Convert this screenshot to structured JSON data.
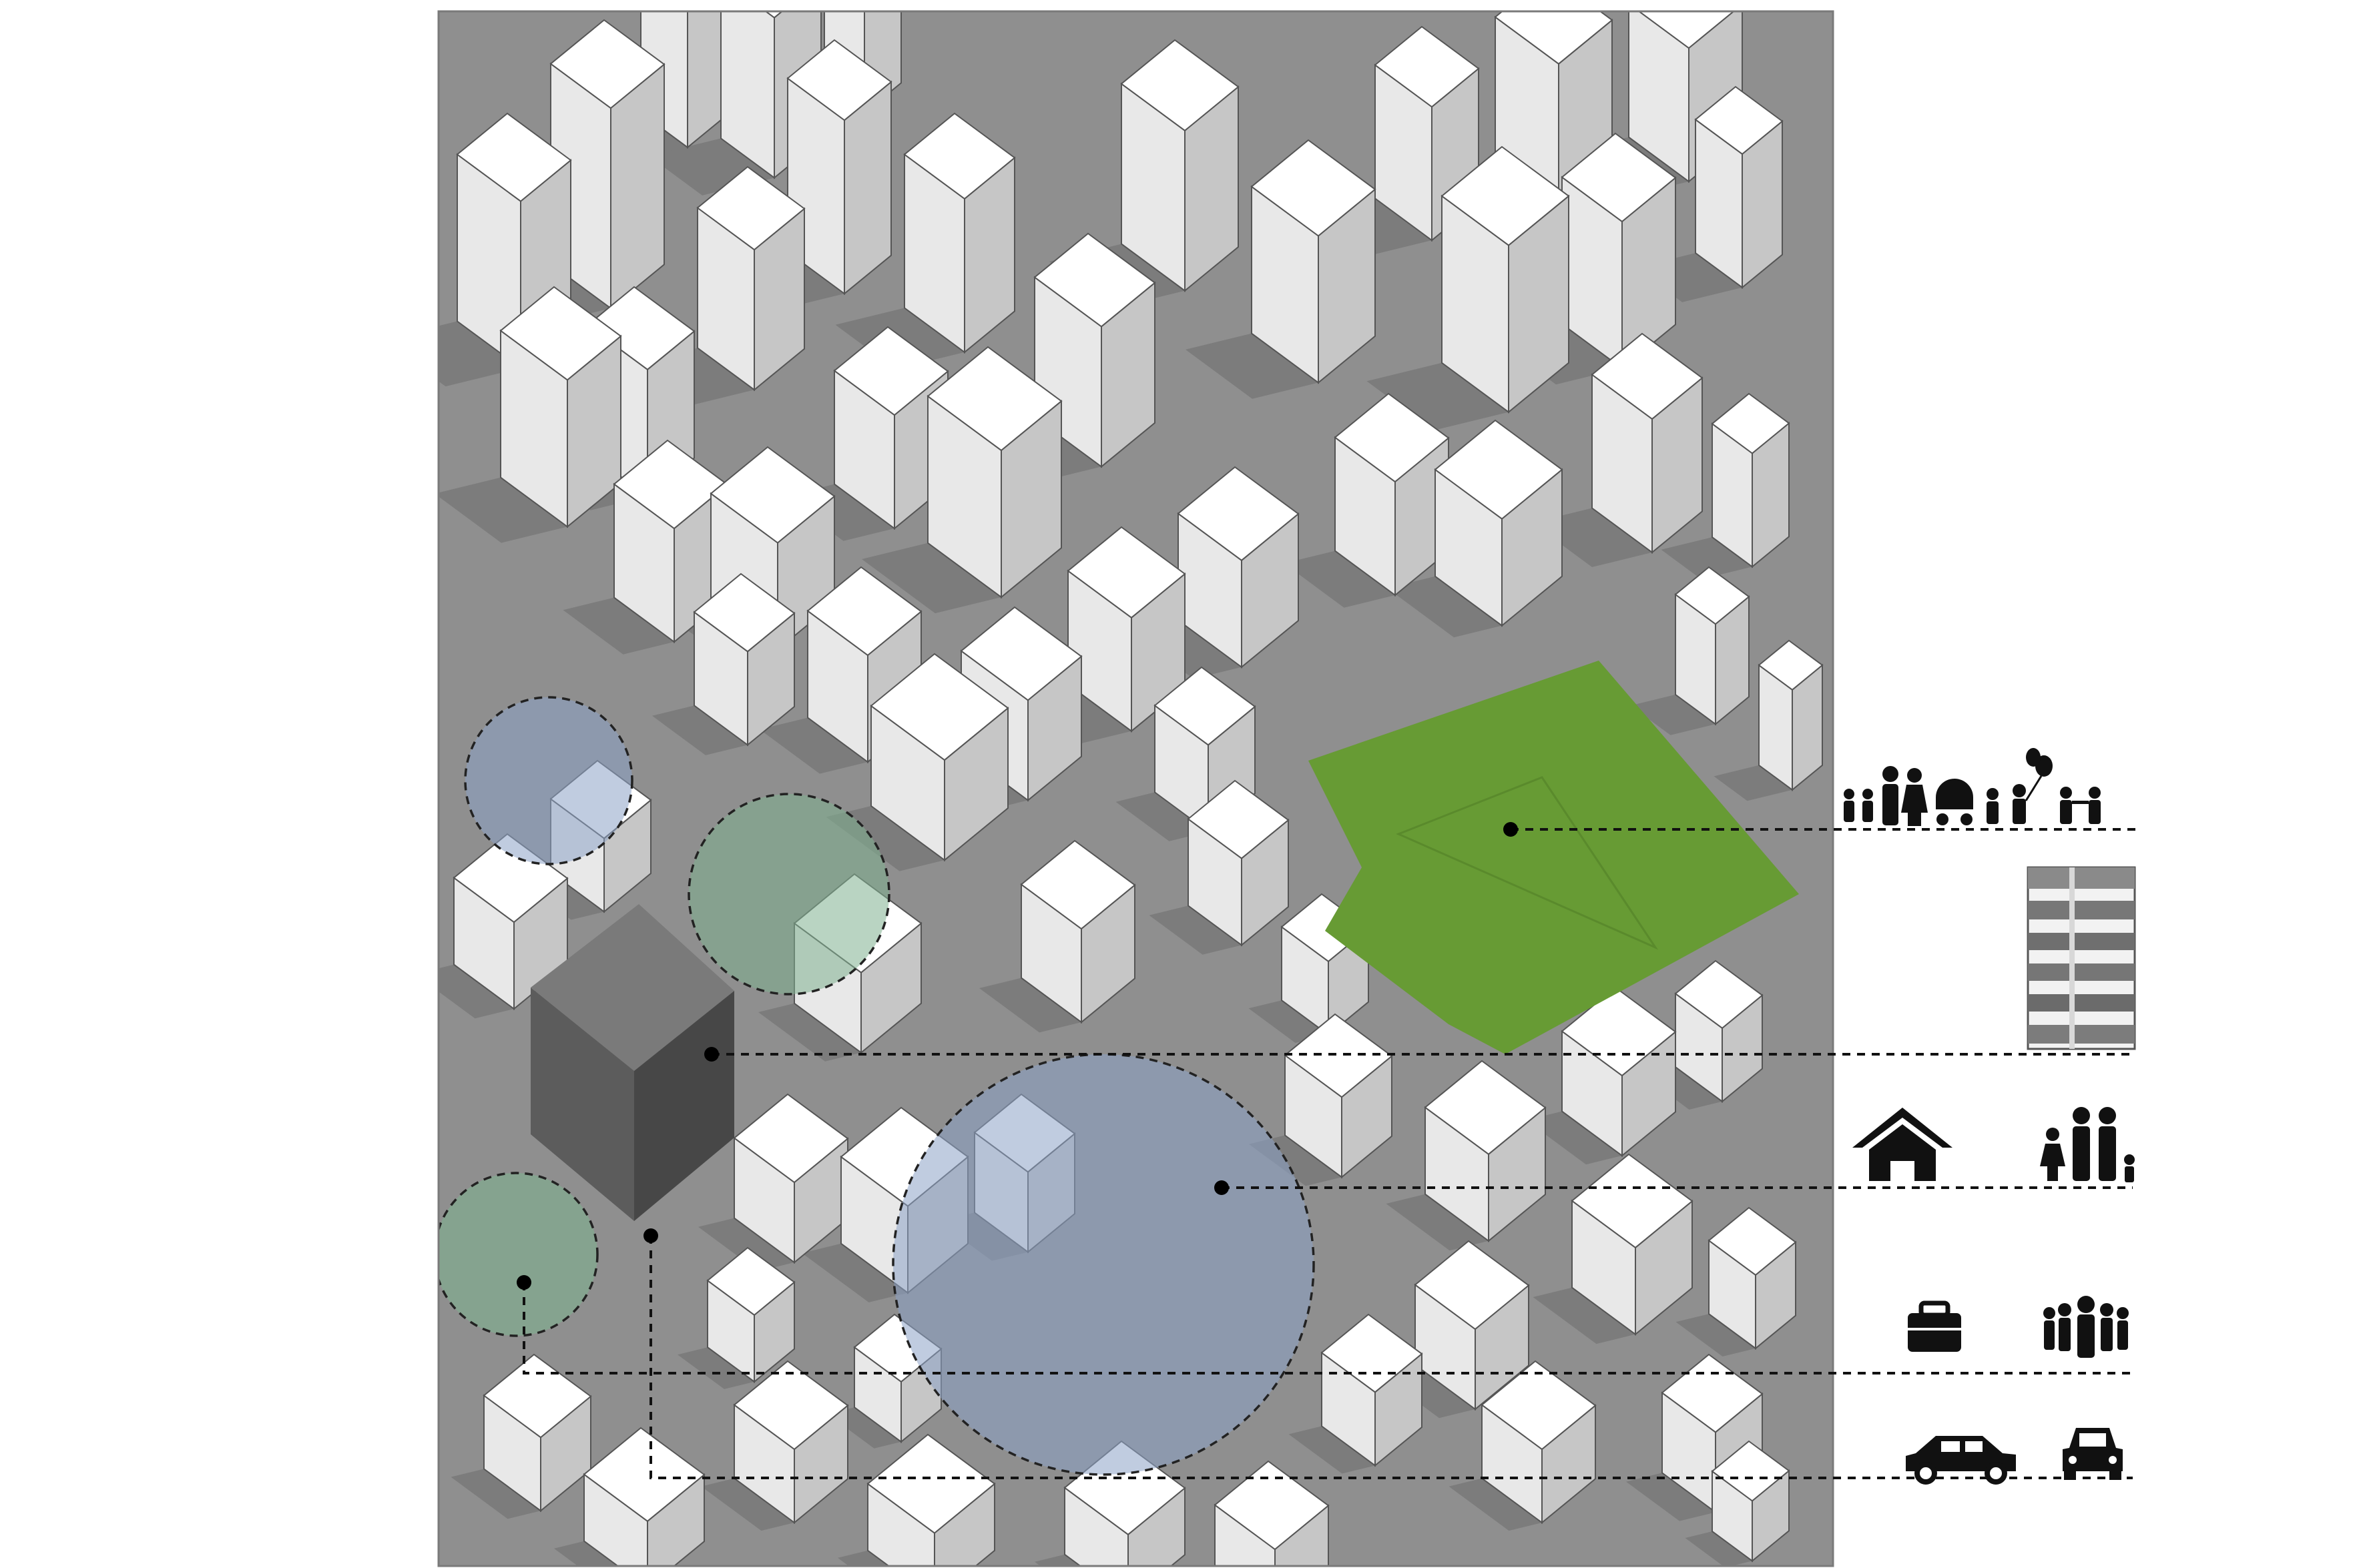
{
  "diagram": {
    "colors": {
      "background": "#ffffff",
      "street": "#8f8f8f",
      "shadow": "#7c7c7c",
      "building_top": "#ffffff",
      "building_side_light": "#e8e8e8",
      "building_side_dark": "#c6c6c6",
      "building_outline": "#555555",
      "site_block_top": "#7a7a7a",
      "site_block_left": "#5c5c5c",
      "site_block_right": "#474747",
      "park": "#679b34",
      "zone_blue": "#8ca3c7",
      "zone_green": "#7fb08f",
      "leader": "#111111"
    },
    "zones": [
      {
        "name": "blue-zone",
        "type": "blue"
      },
      {
        "name": "green-zone",
        "type": "green"
      },
      {
        "name": "green-zone",
        "type": "green"
      },
      {
        "name": "blue-zone",
        "type": "blue"
      }
    ],
    "legend": [
      {
        "row": "park-users",
        "icons": [
          "family-icon",
          "stroller-icon",
          "children-with-balloon-icon",
          "children-playing-icon"
        ]
      },
      {
        "row": "facade",
        "icons": [
          "building-facade-icon"
        ]
      },
      {
        "row": "housing",
        "icons": [
          "house-icon",
          "family-icon"
        ]
      },
      {
        "row": "work",
        "icons": [
          "briefcase-icon",
          "crowd-icon"
        ]
      },
      {
        "row": "traffic",
        "icons": [
          "car-side-icon",
          "car-front-icon"
        ]
      }
    ]
  }
}
